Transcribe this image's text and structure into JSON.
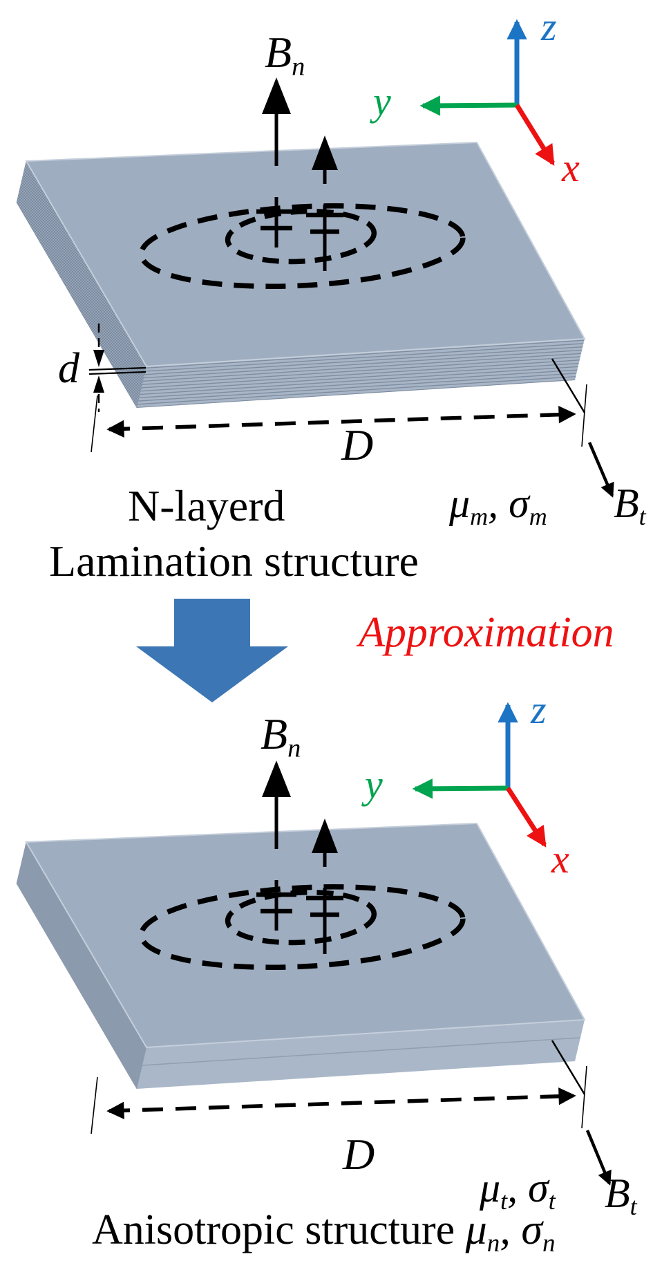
{
  "figure": {
    "top": {
      "caption_line1": "N-layerd",
      "caption_line2": "Lamination structure",
      "flux_normal_base": "B",
      "flux_normal_sub": "n",
      "flux_tangential_base": "B",
      "flux_tangential_sub": "t",
      "material_mu": "μ",
      "material_mu_sub": "m",
      "material_sep": ", ",
      "material_sigma": "σ",
      "material_sigma_sub": "m",
      "lamination_thickness_label": "d",
      "width_label": "D",
      "axis_x": "x",
      "axis_y": "y",
      "axis_z": "z"
    },
    "transition": {
      "label": "Approximation"
    },
    "bottom": {
      "caption_main": "Anisotropic structure ",
      "caption_mu": "μ",
      "caption_mu_sub": "n",
      "caption_sep": ", ",
      "caption_sigma": "σ",
      "caption_sigma_sub": "n",
      "flux_normal_base": "B",
      "flux_normal_sub": "n",
      "flux_tangential_base": "B",
      "flux_tangential_sub": "t",
      "material_mu": "μ",
      "material_mu_sub": "t",
      "material_sep": ", ",
      "material_sigma": "σ",
      "material_sigma_sub": "t",
      "width_label": "D",
      "axis_x": "x",
      "axis_y": "y",
      "axis_z": "z"
    },
    "colors": {
      "axis_x_red": "#ee1111",
      "axis_y_green": "#00a44f",
      "axis_z_blue": "#1c74c4",
      "approximation_red": "#ee1111",
      "block_arrow_blue": "#3d76b5",
      "slab_top_face": "#9fadc0",
      "slab_front_face": "#a8b5c6",
      "slab_side_face": "#8c9aae",
      "lamination_line": "#7b8a9e"
    }
  }
}
